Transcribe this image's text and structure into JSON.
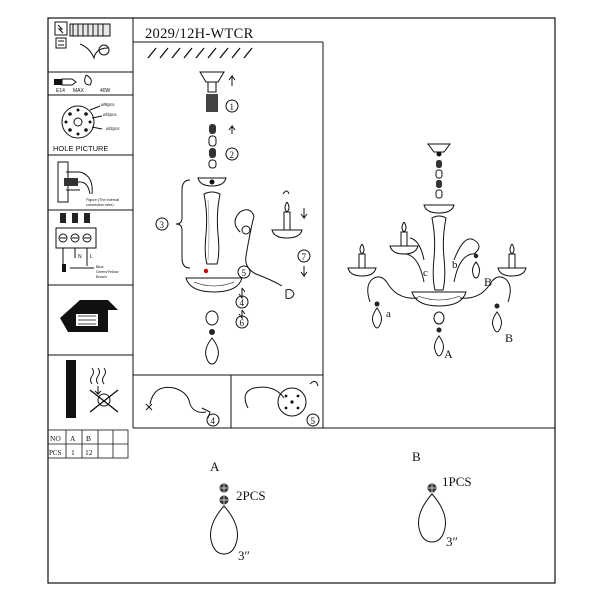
{
  "model": "2029/12H-WTCR",
  "sidebar": {
    "bulb_type": "E14",
    "bulb_max": "MAX",
    "bulb_watt": "40W",
    "screw_a": "ø/8pcs",
    "screw_b": "ø/2pcs",
    "screw_c": "ø/2pcs",
    "hole_title": "HOLE PICTURE",
    "wire_note_1": "Figure:(The internal",
    "wire_note_2": "connection wire)",
    "terminal_n": "N",
    "terminal_l": "L",
    "wire_color_1": "Blue",
    "wire_color_2": "Green/Yellow",
    "wire_color_3": "Brown"
  },
  "steps": {
    "s1": "1",
    "s2": "2",
    "s3": "3",
    "s4": "4",
    "s5": "5",
    "s6": "6",
    "s7": "7"
  },
  "assembled": {
    "label_a": "A",
    "label_b1": "B",
    "label_b2": "B",
    "label_lower_a": "a",
    "label_lower_b": "b",
    "label_lower_c": "c"
  },
  "parts_table": {
    "header": [
      "NO",
      "A",
      "B",
      "",
      ""
    ],
    "row": [
      "PCS",
      "1",
      "12",
      "",
      ""
    ]
  },
  "details": {
    "detail_a_label": "A",
    "detail_a_count": "2PCS",
    "detail_a_size": "3″",
    "detail_b_label": "B",
    "detail_b_count": "1PCS",
    "detail_b_size": "3″"
  }
}
